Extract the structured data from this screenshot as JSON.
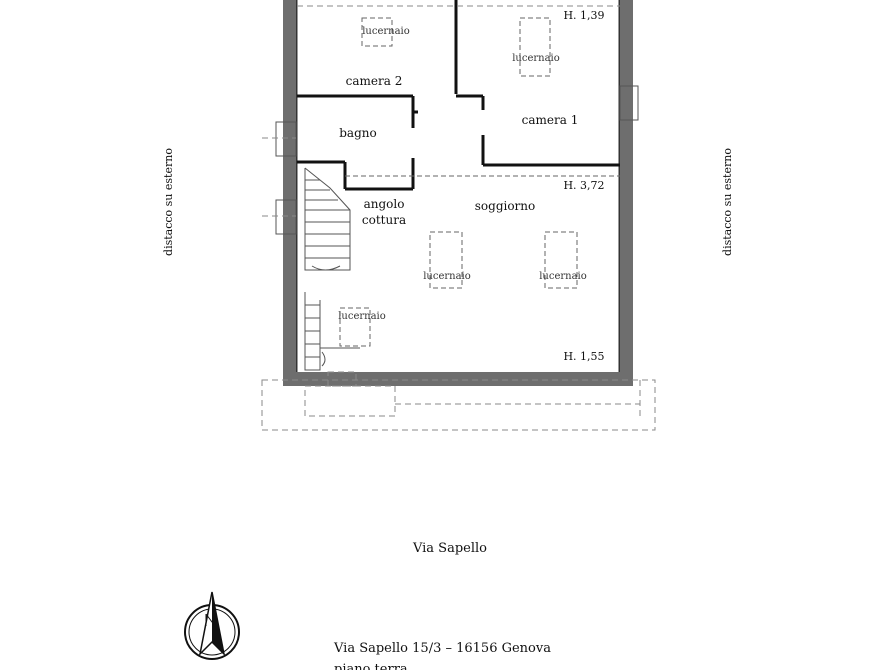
{
  "rooms": {
    "camera2": "camera 2",
    "camera1": "camera 1",
    "bagno": "bagno",
    "angolo_line1": "angolo",
    "angolo_line2": "cottura",
    "soggiorno": "soggiorno"
  },
  "skylight_label": "lucernaio",
  "heights": {
    "top_right": "H. 1,39",
    "middle_right": "H. 3,72",
    "bottom_right": "H. 1,55"
  },
  "side_label": "distacco su esterno",
  "street": "Via Sapello",
  "address_line1": "Via Sapello 15/3 – 16156 Genova",
  "address_line2": "piano terra",
  "colors": {
    "wall": "#6e6e6e",
    "line": "#111111",
    "dashed": "#8a8a8a"
  },
  "icons": {
    "north_arrow": "north-arrow-icon"
  }
}
